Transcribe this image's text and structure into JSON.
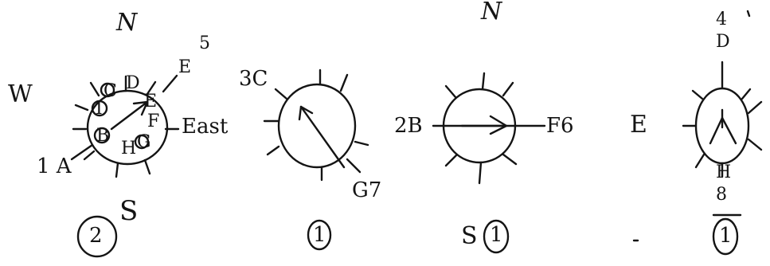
{
  "ink_color": "#141414",
  "background": "#ffffff",
  "compass": {
    "north_1": "N",
    "north_2": "N",
    "west": "W",
    "south_1": "S",
    "south_2": "S",
    "east": "E",
    "east_word": "East"
  },
  "diagrams": [
    {
      "id": "diagram-1",
      "inner_labels": [
        "I",
        "C",
        "D",
        "E",
        "F",
        "B",
        "H",
        "G"
      ],
      "outer_labels": {
        "a": "1 A",
        "e": "E",
        "five": "5"
      },
      "rating": "2"
    },
    {
      "id": "diagram-2",
      "labels": {
        "c": "3C",
        "g": "G7"
      },
      "rating": "1"
    },
    {
      "id": "diagram-3",
      "labels": {
        "b": "2B",
        "f": "F6"
      },
      "rating": "1"
    },
    {
      "id": "diagram-4",
      "labels": {
        "d": "D",
        "four": "4",
        "h": "H",
        "eight": "8"
      },
      "rating": "1"
    }
  ]
}
